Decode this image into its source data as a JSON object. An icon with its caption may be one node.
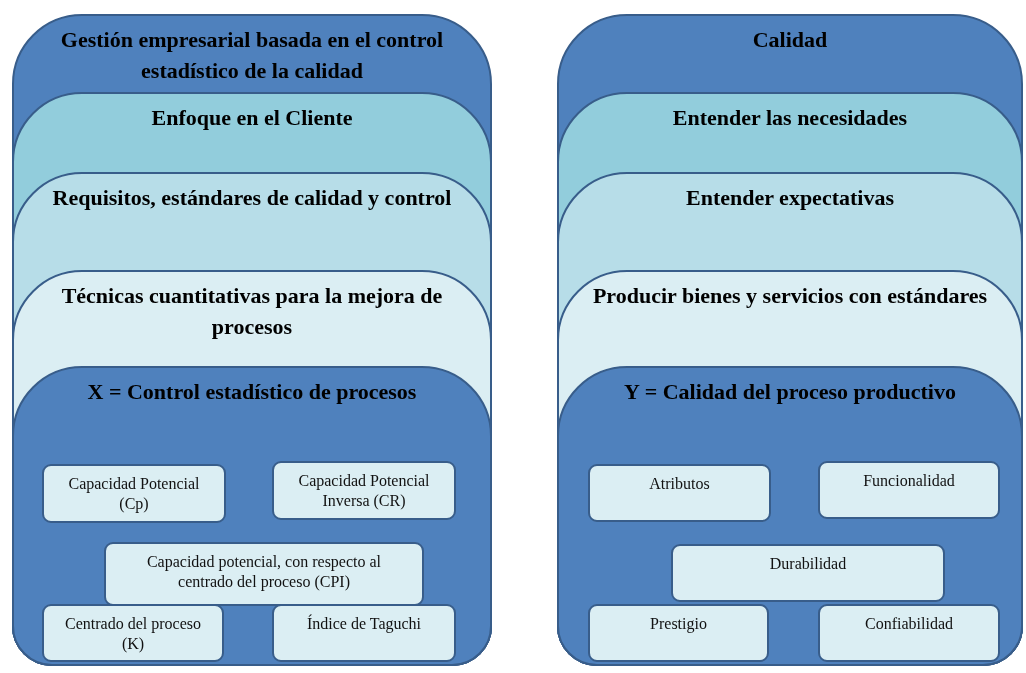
{
  "diagram": {
    "nodes": [
      {
        "text": [
          "Gestión empresarial basada en el control estadístico de la calidad"
        ]
      },
      {
        "text": [
          "Enfoque en el Cliente"
        ],
        "in": 0
      },
      {
        "text": [
          "Requisitos, estándares de calidad y control"
        ],
        "in": 1
      },
      {
        "text": [
          "Técnicas cuantitativas para la mejora de procesos"
        ],
        "in": 2
      },
      {
        "text": [
          "X = Control estadístico de procesos"
        ],
        "in": 3
      },
      {
        "text": [
          "Capacidad Potencial (Cp)"
        ],
        "in": 4
      },
      {
        "text": [
          "Capacidad Potencial Inversa (CR)"
        ],
        "in": 4
      },
      {
        "text": [
          "Capacidad potencial, con respecto al centrado del proceso (CPI)"
        ],
        "in": 4
      },
      {
        "text": [
          "Centrado del proceso (K)"
        ],
        "in": 4
      },
      {
        "text": [
          "Índice de Taguchi"
        ],
        "in": 4
      },
      {
        "text": [
          "Calidad"
        ]
      },
      {
        "text": [
          "Entender las necesidades"
        ],
        "in": 10
      },
      {
        "text": [
          "Entender expectativas"
        ],
        "in": 11
      },
      {
        "text": [
          "Producir bienes y servicios con estándares"
        ],
        "in": 12
      },
      {
        "text": [
          "Y = Calidad del proceso productivo"
        ],
        "in": 13
      },
      {
        "text": [
          "Atributos"
        ],
        "in": 14
      },
      {
        "text": [
          "Funcionalidad"
        ],
        "in": 14
      },
      {
        "text": [
          "Durabilidad"
        ],
        "in": 14
      },
      {
        "text": [
          "Prestigio"
        ],
        "in": 14
      },
      {
        "text": [
          "Confiabilidad"
        ],
        "in": 14
      }
    ]
  }
}
